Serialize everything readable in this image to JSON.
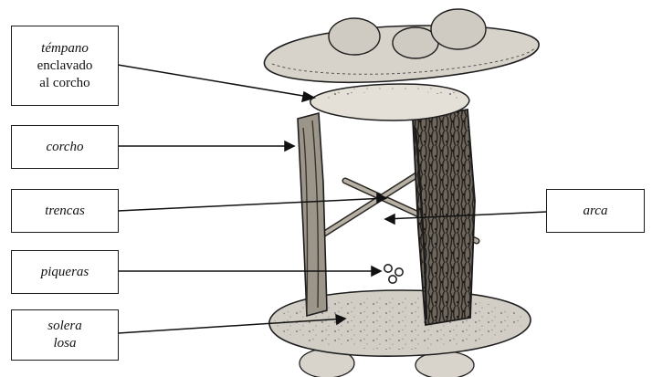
{
  "labels": {
    "tempano": {
      "line1": "témpano",
      "line2": "enclavado",
      "line3": "al corcho"
    },
    "corcho": "corcho",
    "trencas": "trencas",
    "piqueras": "piqueras",
    "solera": {
      "line1": "solera",
      "line2": "losa"
    },
    "arca": "arca"
  },
  "colors": {
    "ink": "#1a1a1a",
    "bark_dark": "#3a3530",
    "bark_mid": "#8a8276",
    "stone_fill": "#cfcbc3",
    "paper": "#ffffff"
  }
}
